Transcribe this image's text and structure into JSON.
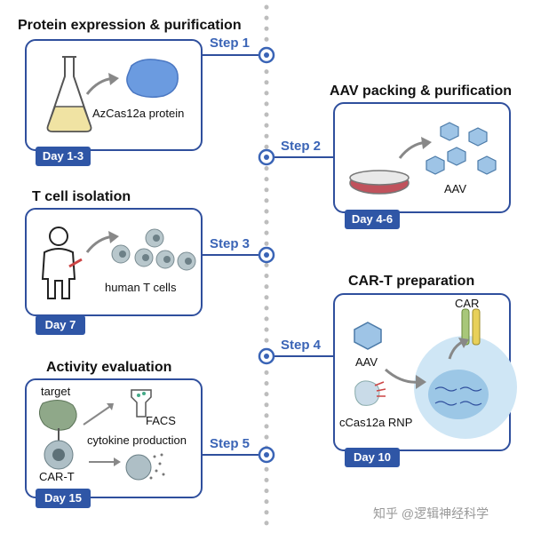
{
  "panels": {
    "protein": {
      "title": "Protein expression & purification",
      "label": "AzCas12a protein",
      "day": "Day 1-3"
    },
    "aav": {
      "title": "AAV packing & purification",
      "label": "AAV",
      "day": "Day 4-6"
    },
    "tcell": {
      "title": "T cell isolation",
      "label": "human T cells",
      "day": "Day 7"
    },
    "cart": {
      "title": "CAR-T preparation",
      "car": "CAR",
      "aav": "AAV",
      "rnp": "cCas12a RNP",
      "day": "Day 10"
    },
    "activity": {
      "title": "Activity evaluation",
      "target": "target",
      "cart": "CAR-T",
      "facs": "FACS",
      "cytokine": "cytokine production",
      "day": "Day 15"
    }
  },
  "steps": [
    "Step 1",
    "Step 2",
    "Step 3",
    "Step 4",
    "Step 5"
  ],
  "watermark": "知乎 @逻辑神经科学",
  "colors": {
    "frame": "#2f4f9d",
    "badge": "#2f56a6",
    "step": "#3a64b6",
    "protein": "#6b9be0"
  }
}
